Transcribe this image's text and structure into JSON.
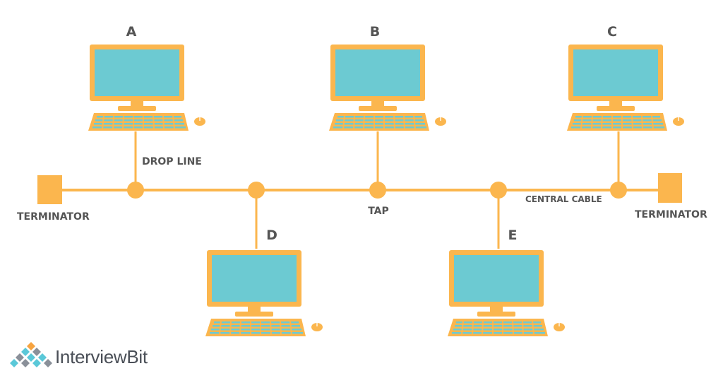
{
  "colors": {
    "frame": "#FBB64E",
    "screen": "#6CCAD2",
    "cable": "#FBB64E",
    "text": "#555555",
    "logo_text": "#4a4f57",
    "logo_blue": "#5AC8D8",
    "logo_gray": "#8a9099",
    "logo_orange": "#F7A440"
  },
  "computers": [
    {
      "id": "A",
      "label": "A",
      "icon": "computer-monitor-icon"
    },
    {
      "id": "B",
      "label": "B",
      "icon": "computer-monitor-icon"
    },
    {
      "id": "C",
      "label": "C",
      "icon": "computer-monitor-icon"
    },
    {
      "id": "D",
      "label": "D",
      "icon": "computer-monitor-icon"
    },
    {
      "id": "E",
      "label": "E",
      "icon": "computer-monitor-icon"
    }
  ],
  "labels": {
    "drop_line": "DROP LINE",
    "tap": "TAP",
    "central_cable": "CENTRAL CABLE",
    "terminator_left": "TERMINATOR",
    "terminator_right": "TERMINATOR"
  },
  "logo": {
    "text": "InterviewBit",
    "icon": "interviewbit-logo-icon"
  }
}
